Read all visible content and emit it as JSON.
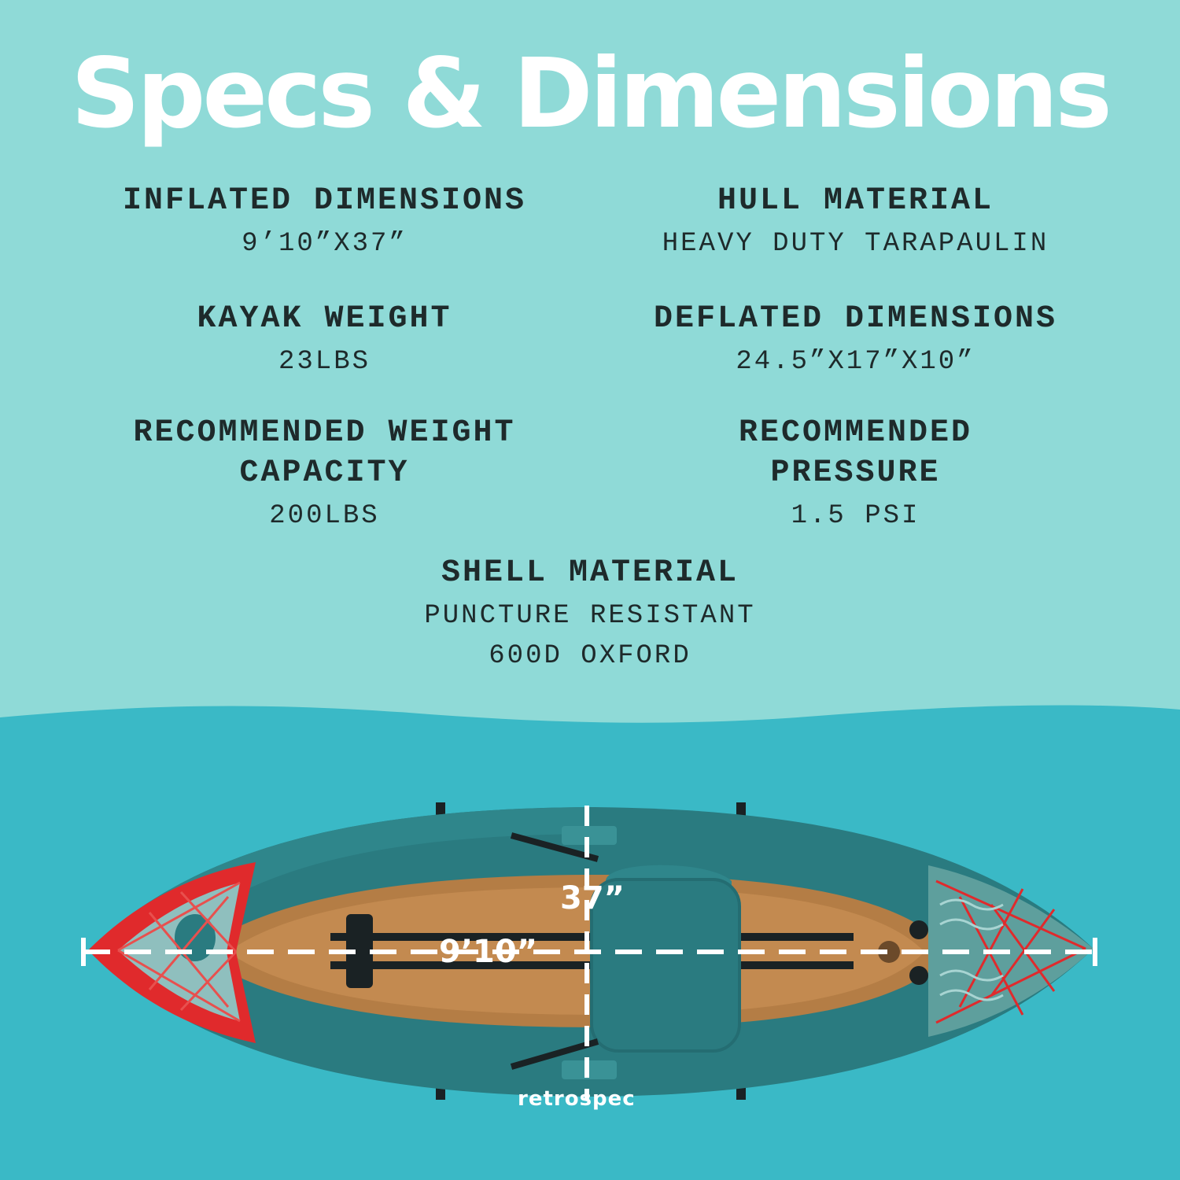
{
  "title": "Specs & Dimensions",
  "specs": {
    "inflated_dimensions": {
      "label": "INFLATED DIMENSIONS",
      "value": "9’10”X37”"
    },
    "hull_material": {
      "label": "HULL MATERIAL",
      "value": "HEAVY DUTY TARAPAULIN"
    },
    "kayak_weight": {
      "label": "KAYAK WEIGHT",
      "value": "23LBS"
    },
    "deflated_dimensions": {
      "label": "DEFLATED DIMENSIONS",
      "value": "24.5”X17”X10”"
    },
    "weight_capacity": {
      "label_line1": "RECOMMENDED WEIGHT",
      "label_line2": "CAPACITY",
      "value": "200LBS"
    },
    "pressure": {
      "label_line1": "RECOMMENDED",
      "label_line2": "PRESSURE",
      "value": "1.5 PSI"
    },
    "shell_material": {
      "label": "SHELL MATERIAL",
      "value_line1": "PUNCTURE RESISTANT",
      "value_line2": "600D OXFORD"
    }
  },
  "kayak": {
    "length_label": "9’10”",
    "width_label": "37”",
    "brand": "retrospec"
  },
  "colors": {
    "background": "#8fdad7",
    "water": "#3ab9c6",
    "kayak_hull": "#2a7b80",
    "kayak_floor": "#b47d45",
    "accent_red": "#e02a2c",
    "text": "#1e2a2b"
  }
}
